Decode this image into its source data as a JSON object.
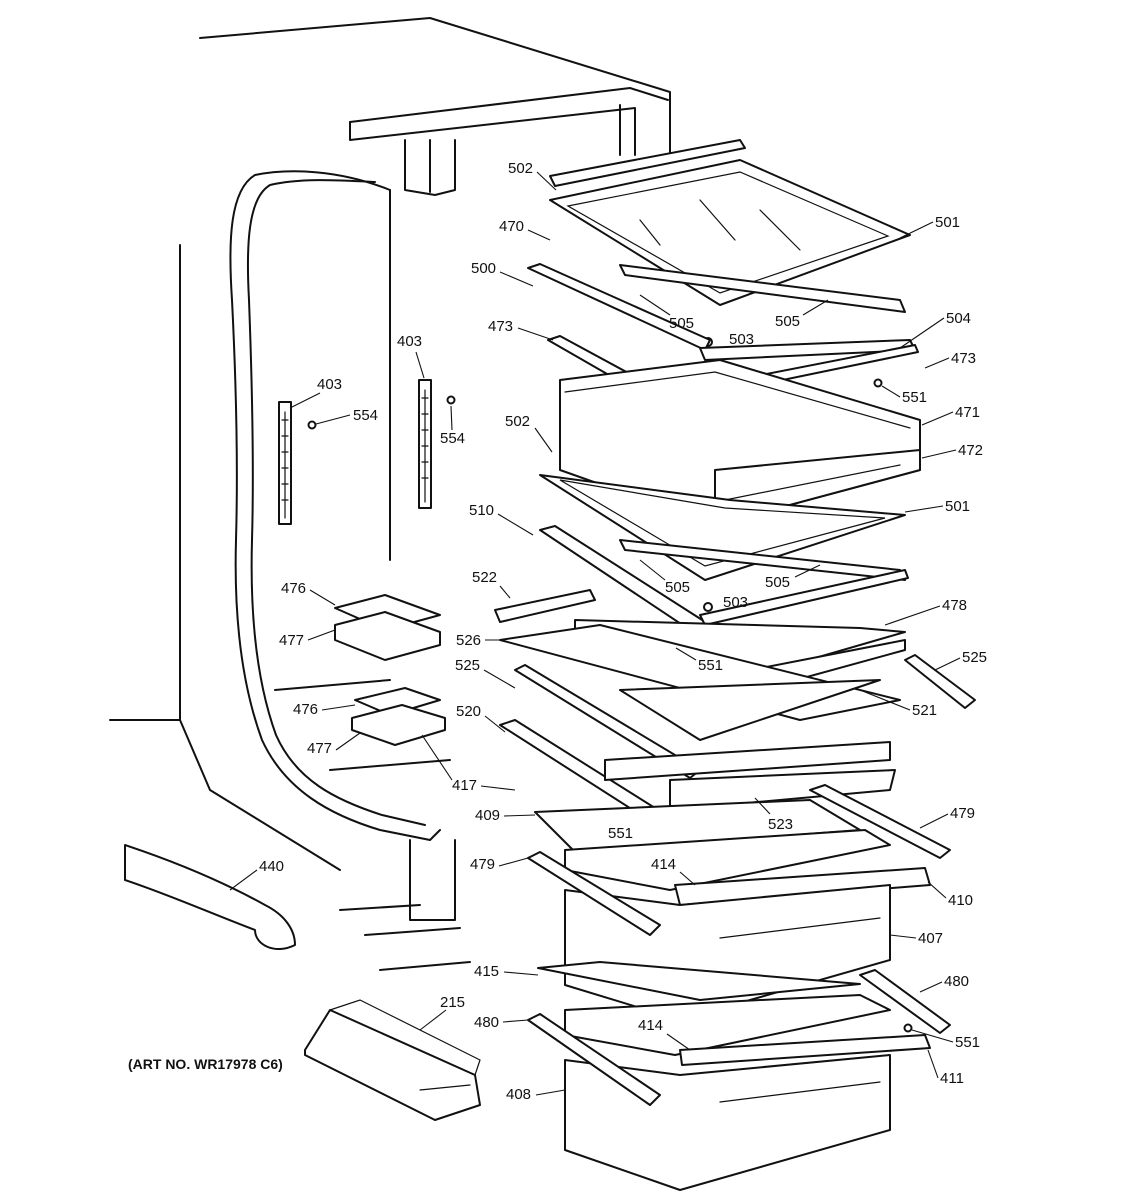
{
  "art_number": "(ART NO. WR17978 C6)",
  "callouts": [
    {
      "id": "c502a",
      "text": "502"
    },
    {
      "id": "c470",
      "text": "470"
    },
    {
      "id": "c501a",
      "text": "501"
    },
    {
      "id": "c500",
      "text": "500"
    },
    {
      "id": "c505a",
      "text": "505"
    },
    {
      "id": "c505b",
      "text": "505"
    },
    {
      "id": "c504",
      "text": "504"
    },
    {
      "id": "c503a",
      "text": "503"
    },
    {
      "id": "c473a",
      "text": "473"
    },
    {
      "id": "c473b",
      "text": "473"
    },
    {
      "id": "c551a",
      "text": "551"
    },
    {
      "id": "c403a",
      "text": "403"
    },
    {
      "id": "c403b",
      "text": "403"
    },
    {
      "id": "c554a",
      "text": "554"
    },
    {
      "id": "c554b",
      "text": "554"
    },
    {
      "id": "c502b",
      "text": "502"
    },
    {
      "id": "c471",
      "text": "471"
    },
    {
      "id": "c472",
      "text": "472"
    },
    {
      "id": "c501b",
      "text": "501"
    },
    {
      "id": "c510",
      "text": "510"
    },
    {
      "id": "c505c",
      "text": "505"
    },
    {
      "id": "c505d",
      "text": "505"
    },
    {
      "id": "c503b",
      "text": "503"
    },
    {
      "id": "c478",
      "text": "478"
    },
    {
      "id": "c476a",
      "text": "476"
    },
    {
      "id": "c477a",
      "text": "477"
    },
    {
      "id": "c522",
      "text": "522"
    },
    {
      "id": "c526",
      "text": "526"
    },
    {
      "id": "c551b",
      "text": "551"
    },
    {
      "id": "c525a",
      "text": "525"
    },
    {
      "id": "c525b",
      "text": "525"
    },
    {
      "id": "c521",
      "text": "521"
    },
    {
      "id": "c476b",
      "text": "476"
    },
    {
      "id": "c477b",
      "text": "477"
    },
    {
      "id": "c520",
      "text": "520"
    },
    {
      "id": "c417",
      "text": "417"
    },
    {
      "id": "c409",
      "text": "409"
    },
    {
      "id": "c551c",
      "text": "551"
    },
    {
      "id": "c523",
      "text": "523"
    },
    {
      "id": "c479a",
      "text": "479"
    },
    {
      "id": "c479b",
      "text": "479"
    },
    {
      "id": "c414a",
      "text": "414"
    },
    {
      "id": "c410",
      "text": "410"
    },
    {
      "id": "c440",
      "text": "440"
    },
    {
      "id": "c407",
      "text": "407"
    },
    {
      "id": "c415",
      "text": "415"
    },
    {
      "id": "c480a",
      "text": "480"
    },
    {
      "id": "c480b",
      "text": "480"
    },
    {
      "id": "c215",
      "text": "215"
    },
    {
      "id": "c414b",
      "text": "414"
    },
    {
      "id": "c551d",
      "text": "551"
    },
    {
      "id": "c411",
      "text": "411"
    },
    {
      "id": "c408",
      "text": "408"
    }
  ]
}
